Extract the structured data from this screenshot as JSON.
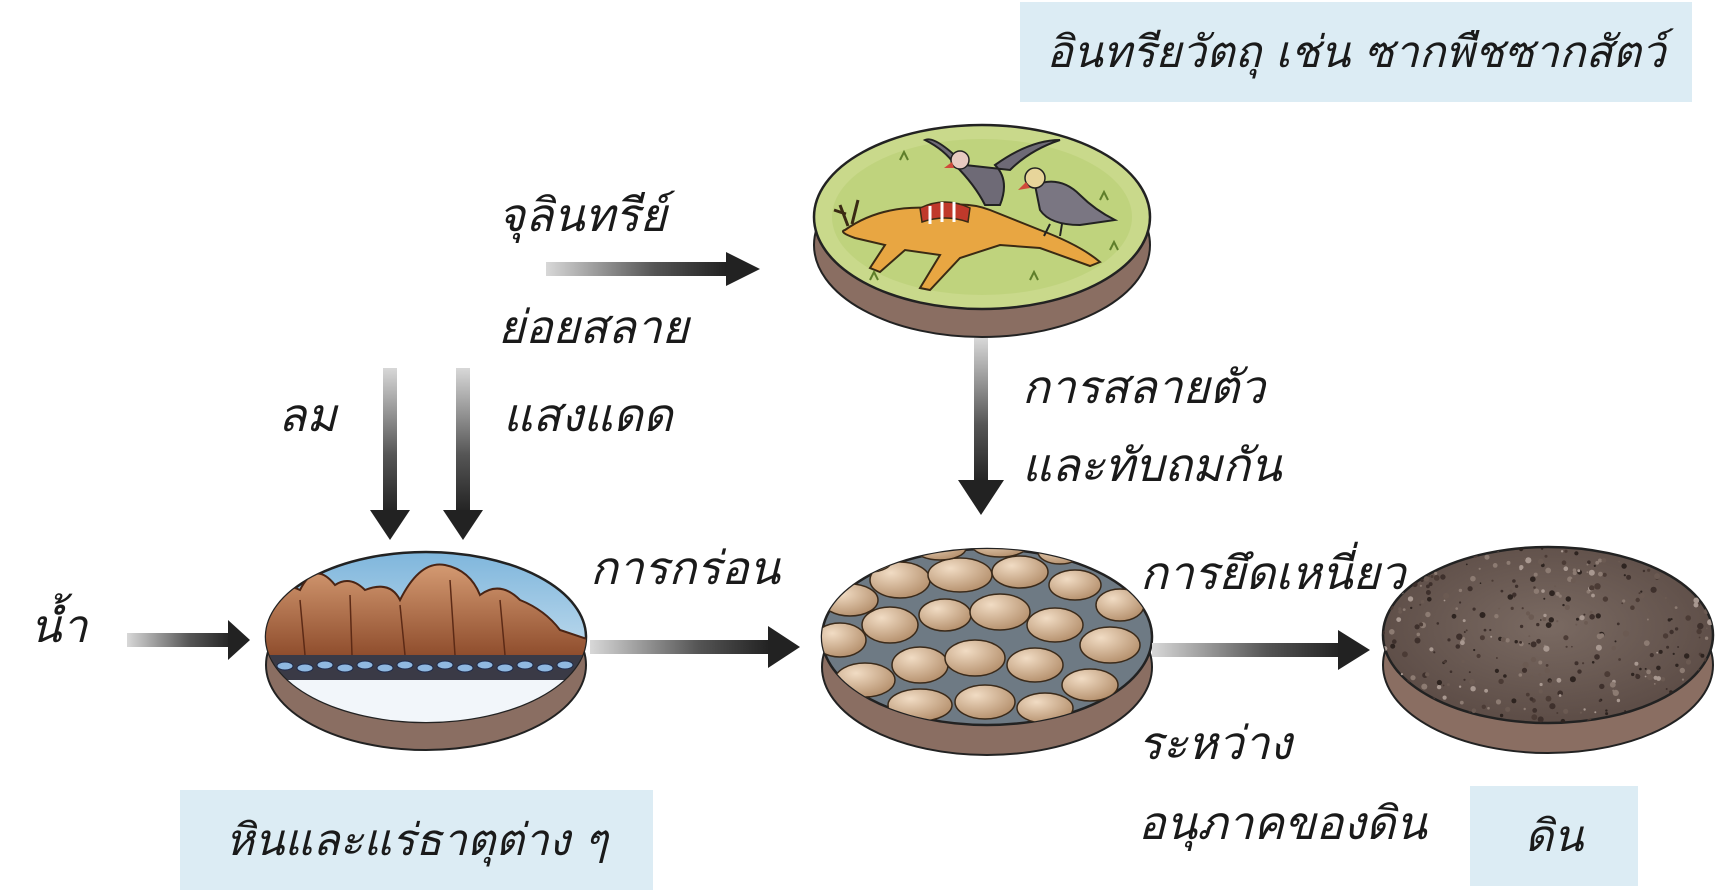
{
  "labels": {
    "organic_matter": "อินทรียวัตถุ เช่น ซากพืชซากสัตว์",
    "microorganism": "จุลินทรีย์",
    "decompose": "ย่อยสลาย",
    "wind": "ลม",
    "sunlight": "แสงแดด",
    "water": "น้ำ",
    "erosion": "การกร่อน",
    "decay_line1": "การสลายตัว",
    "decay_line2": "และทับถมกัน",
    "binding": "การยึดเหนี่ยว",
    "between_line1": "ระหว่าง",
    "between_line2": "อนุภาคของดิน",
    "rocks_minerals": "หินและแร่ธาตุต่าง ๆ",
    "soil": "ดิน"
  },
  "colors": {
    "box_fill": "#dcecf4",
    "arrow_dark": "#2b2b2b",
    "disc_rim": "#8a6e62"
  },
  "icons": {
    "organic_disc": "dead-deer-vultures-illustration",
    "rock_disc": "rock-formation-illustration",
    "gravel_disc": "pebbles-illustration",
    "soil_disc": "soil-illustration"
  }
}
